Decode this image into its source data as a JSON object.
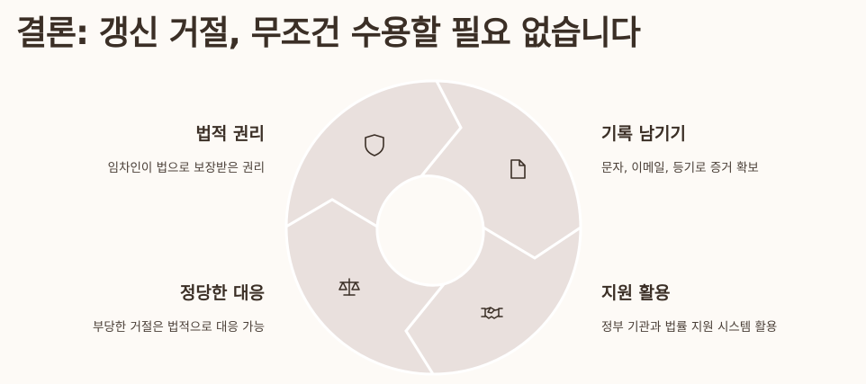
{
  "title": "결론: 갱신 거절, 무조건 수용할 필요 없습니다",
  "colors": {
    "background": "#fdfaf6",
    "segment_fill": "#e9e0dd",
    "segment_stroke": "#ffffff",
    "text_dark": "#3b2f26",
    "icon_stroke": "#3b2f26"
  },
  "items": [
    {
      "id": "legal-rights",
      "heading": "법적 권리",
      "description": "임차인이 법으로 보장받은 권리",
      "icon": "shield-icon"
    },
    {
      "id": "keep-records",
      "heading": "기록 남기기",
      "description": "문자, 이메일, 등기로 증거 확보",
      "icon": "document-icon"
    },
    {
      "id": "use-support",
      "heading": "지원 활용",
      "description": "정부 기관과 법률 지원 시스템 활용",
      "icon": "handshake-icon"
    },
    {
      "id": "proper-response",
      "heading": "정당한 대응",
      "description": "부당한 거절은 법적으로 대응 가능",
      "icon": "scales-icon"
    }
  ]
}
